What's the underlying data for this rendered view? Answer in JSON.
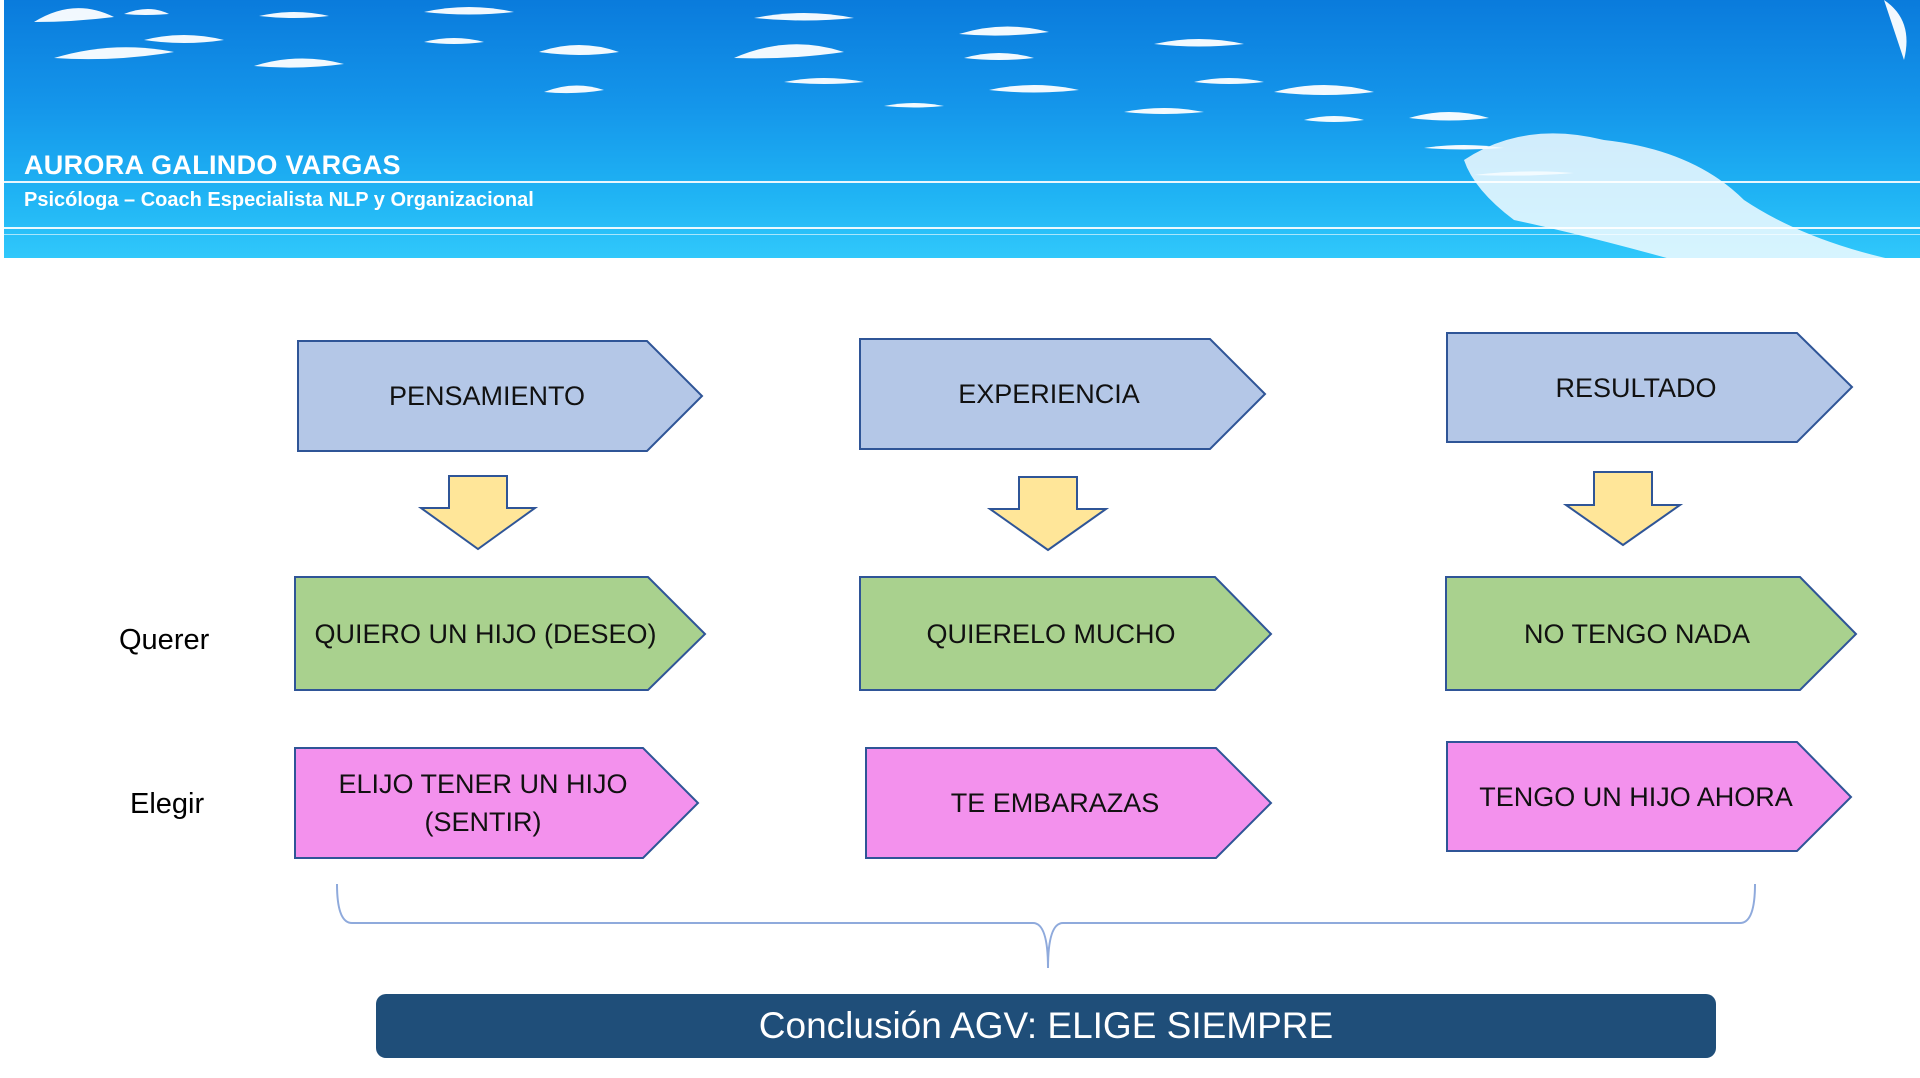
{
  "header": {
    "author": "AURORA GALINDO VARGAS",
    "subtitle": "Psicóloga – Coach Especialista NLP y Organizacional"
  },
  "columns": [
    {
      "header": "PENSAMIENTO",
      "querer": "QUIERO UN HIJO (DESEO)",
      "elegir": [
        "ELIJO TENER UN HIJO",
        "(SENTIR)"
      ]
    },
    {
      "header": "EXPERIENCIA",
      "querer": "QUIERELO MUCHO",
      "elegir": [
        "TE EMBARAZAS"
      ]
    },
    {
      "header": "RESULTADO",
      "querer": "NO TENGO NADA",
      "elegir": [
        "TENGO UN HIJO AHORA"
      ]
    }
  ],
  "row_labels": {
    "querer": "Querer",
    "elegir": "Elegir"
  },
  "conclusion": "Conclusión AGV: ELIGE SIEMPRE",
  "colors": {
    "header_fill": "#b4c7e7",
    "querer_fill": "#a9d18e",
    "elegir_fill": "#f391ed",
    "arrow_fill": "#ffe699",
    "outline": "#2f5597",
    "conclusion_fill": "#1f4e79"
  }
}
